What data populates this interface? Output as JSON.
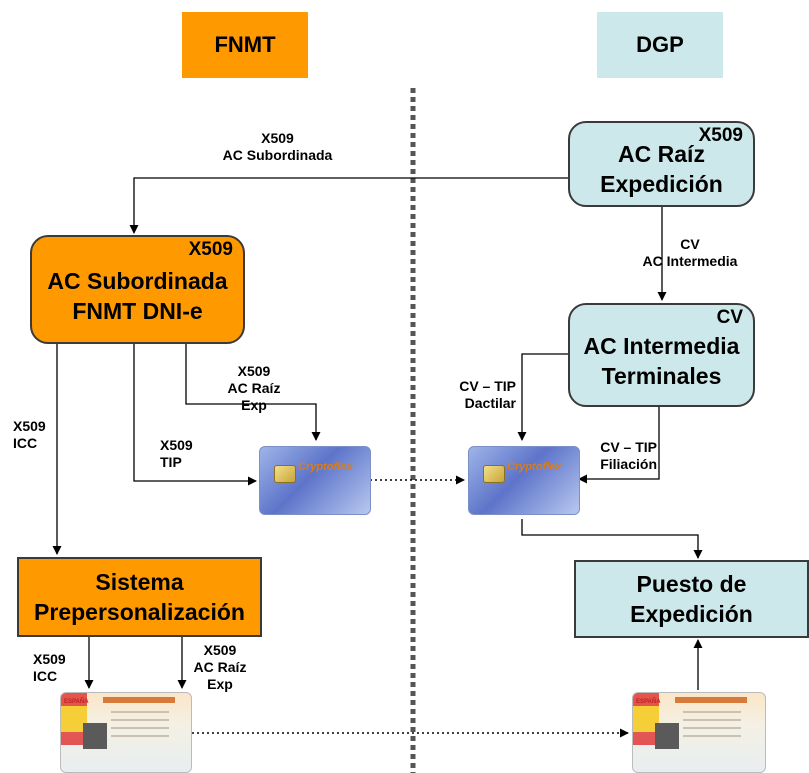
{
  "headers": {
    "left": "FNMT",
    "right": "DGP"
  },
  "boxes": {
    "ac_raiz_exp": {
      "tag": "X509",
      "line1": "AC Raíz",
      "line2": "Expedición"
    },
    "ac_sub": {
      "tag": "X509",
      "line1": "AC Subordinada",
      "line2": "FNMT DNI-e"
    },
    "ac_int": {
      "tag": "CV",
      "line1": "AC Intermedia",
      "line2": "Terminales"
    },
    "sistema": {
      "line1": "Sistema",
      "line2": "Prepersonalización"
    },
    "puesto": {
      "line1": "Puesto de",
      "line2": "Expedición"
    }
  },
  "labels": {
    "sub_l1": "X509",
    "sub_l2": "AC Subordinada",
    "cv_int_l1": "CV",
    "cv_int_l2": "AC Intermedia",
    "raiz_exp_l1": "X509",
    "raiz_exp_l2": "AC Raíz",
    "raiz_exp_l3": "Exp",
    "tip_l1": "X509",
    "tip_l2": "TIP",
    "icc_l1": "X509",
    "icc_l2": "ICC",
    "dact_l1": "CV – TIP",
    "dact_l2": "Dactilar",
    "fil_l1": "CV – TIP",
    "fil_l2": "Filiación",
    "icc2_l1": "X509",
    "icc2_l2": "ICC",
    "raiz2_l1": "X509",
    "raiz2_l2": "AC Raíz",
    "raiz2_l3": "Exp"
  },
  "cards": {
    "brand": "Cryptoflex",
    "dni_country": "ESPAÑA"
  },
  "colors": {
    "fnmt": "#ff9900",
    "dgp": "#cde8ea"
  }
}
